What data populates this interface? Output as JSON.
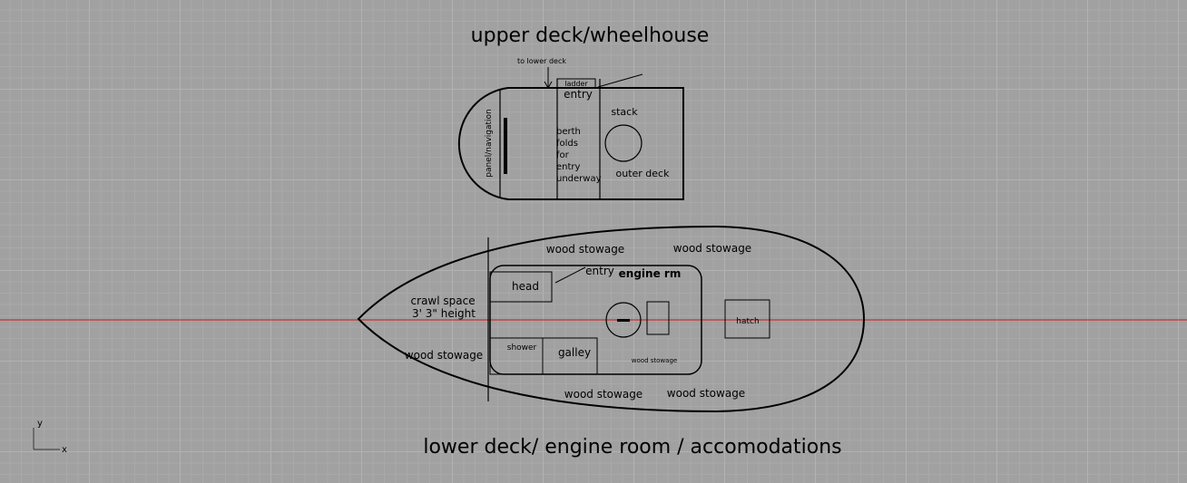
{
  "upper_deck": {
    "title": "upper deck/wheelhouse",
    "to_lower_deck": "to lower deck",
    "ladder": "ladder",
    "entry": "entry",
    "stack": "stack",
    "panel_navigation": "panel/navigation",
    "berth_lines": [
      "berth",
      "folds",
      "for",
      "entry",
      "underway"
    ],
    "outer_deck": "outer deck"
  },
  "lower_deck": {
    "title": "lower  deck/ engine room / accomodations",
    "wood_stowage_top_1": "wood stowage",
    "wood_stowage_top_2": "wood stowage",
    "wood_stowage_bottom_1": "wood stowage",
    "wood_stowage_bottom_2": "wood stowage",
    "wood_stowage_bow": "wood stowage",
    "wood_stowage_small": "wood stowage",
    "crawl_space_line1": "crawl space",
    "crawl_space_line2": "3' 3\" height",
    "head": "head",
    "entry": "entry",
    "engine_room": "engine rm",
    "shower": "shower",
    "galley": "galley",
    "hatch": "hatch"
  },
  "axis": {
    "y": "y",
    "x": "x"
  },
  "colors": {
    "background": "#a1a1a1",
    "grid": "#b2b2b2",
    "x_axis_line": "#c83232",
    "ink": "#000000"
  }
}
